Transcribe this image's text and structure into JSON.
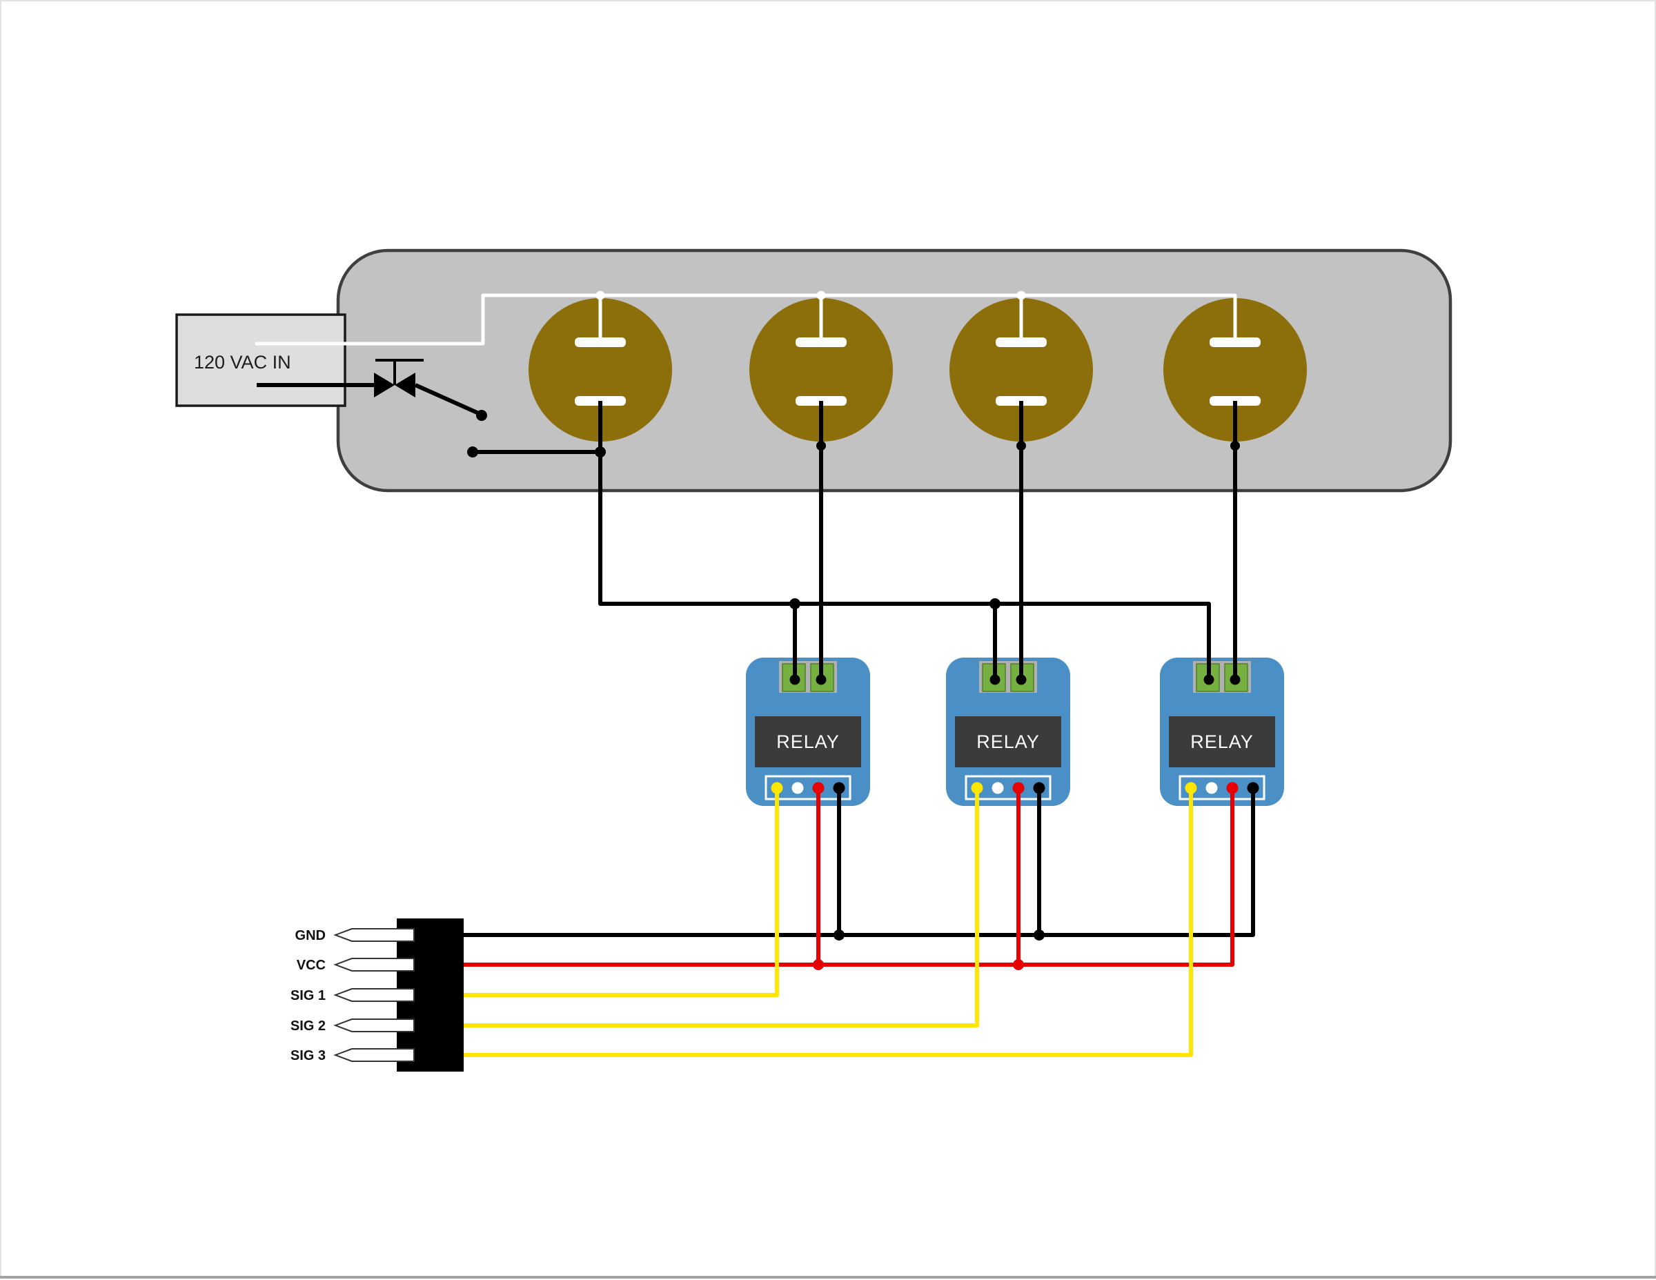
{
  "power_source": {
    "label": "120 VAC IN"
  },
  "power_strip": {
    "outlet_count": 4
  },
  "relays": [
    {
      "label": "RELAY"
    },
    {
      "label": "RELAY"
    },
    {
      "label": "RELAY"
    }
  ],
  "header": {
    "pins": [
      {
        "label": "GND",
        "wire_color": "#000000"
      },
      {
        "label": "VCC",
        "wire_color": "#e60000"
      },
      {
        "label": "SIG 1",
        "wire_color": "#ffe600"
      },
      {
        "label": "SIG 2",
        "wire_color": "#ffe600"
      },
      {
        "label": "SIG 3",
        "wire_color": "#ffe600"
      }
    ]
  },
  "colors": {
    "strip_body": "#c2c2c2",
    "strip_outline": "#3f3f3f",
    "outlet": "#8c6f0a",
    "neutral_wire": "#ffffff",
    "hot_wire": "#000000",
    "relay_body": "#4a8fc5",
    "relay_panel": "#3b3b3b",
    "terminal_green": "#76b041",
    "vcc_wire": "#e60000",
    "signal_wire": "#ffe600",
    "gnd_wire": "#000000",
    "vac_box_fill": "#dedede"
  }
}
